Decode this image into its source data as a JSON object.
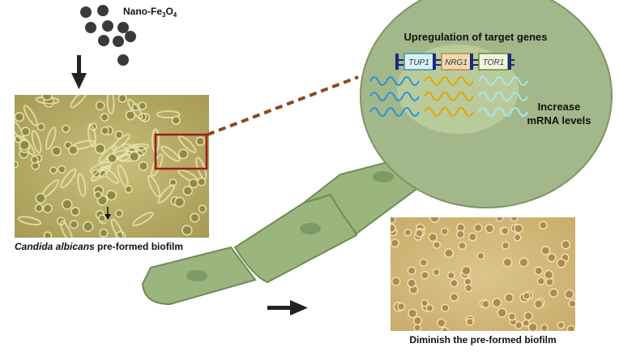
{
  "nano_label": {
    "main": "Nano-Fe",
    "sub1": "3",
    "mid": "O",
    "sub2": "4"
  },
  "left_caption": {
    "italic": "Candida albicans",
    "rest": " pre-formed biofilm"
  },
  "right_caption": "Diminish the  pre-formed biofilm",
  "zoom_panel": {
    "title": "Upregulation of target genes",
    "genes": [
      {
        "name": "TUP1",
        "fill": "#d9f0f6",
        "stroke": "#3a8fb0",
        "wave": "#2b95d6"
      },
      {
        "name": "NRG1",
        "fill": "#f3d9b0",
        "stroke": "#b58a50",
        "wave": "#e0a800"
      },
      {
        "name": "TOR1",
        "fill": "#eef6e0",
        "stroke": "#6a8a3a",
        "wave": "#a8e6ea"
      }
    ],
    "result_line1": "Increase",
    "result_line2": "mRNA levels"
  },
  "colors": {
    "cell": "#9bb57e",
    "cell_stroke": "#6f8c55",
    "panel": "#a3b88a",
    "dash": "#8b4a1c",
    "box": "#9b1c1c"
  }
}
